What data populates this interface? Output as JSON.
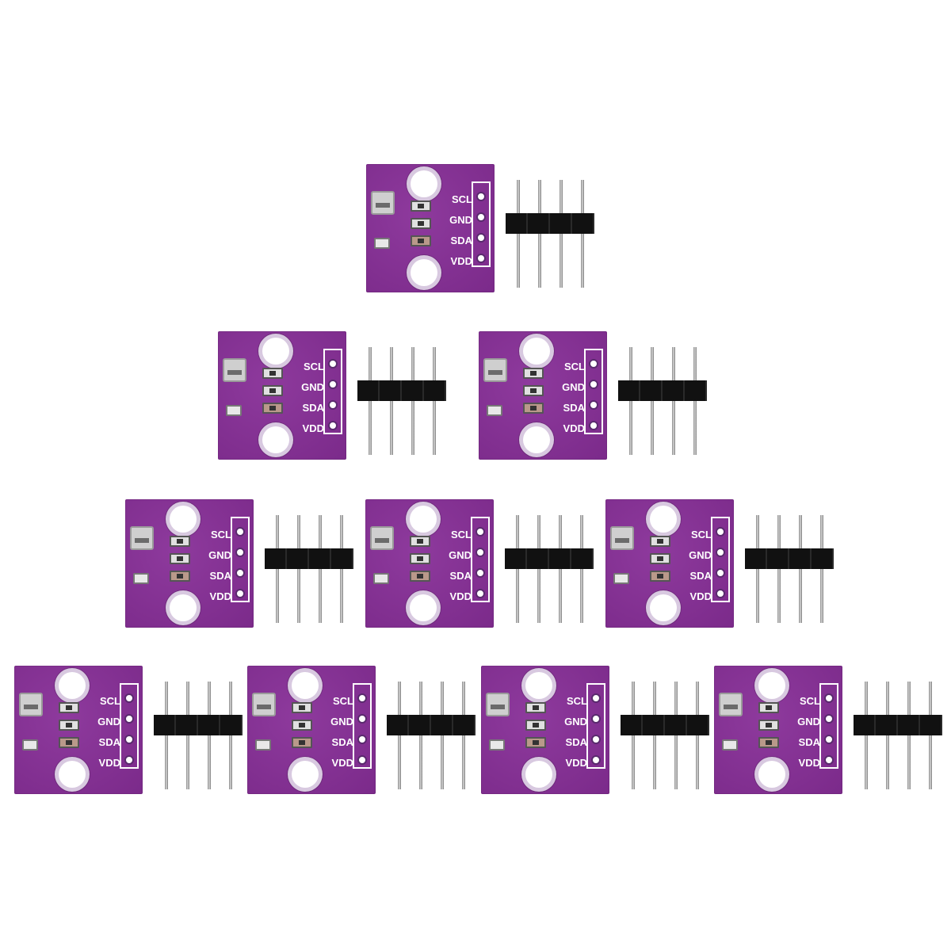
{
  "image": {
    "description_visible": "none",
    "board_color": "#7b2a8a",
    "board_color_shade": "#8e3a9d",
    "module_count": 10,
    "module_rows": [
      1,
      2,
      3,
      4
    ]
  },
  "pin_labels": [
    "SCL",
    "GND",
    "SDA",
    "VDD"
  ],
  "icons": {
    "mounting_hole": "mounting-hole-icon",
    "sensor_chip": "sensor-chip-icon",
    "pin_header": "pin-header-icon"
  }
}
